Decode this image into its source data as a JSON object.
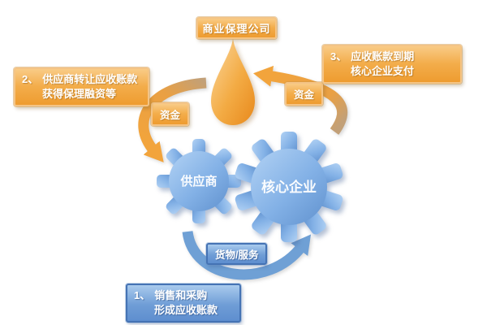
{
  "nodes": {
    "factoring_company": {
      "label": "商业保理公司"
    },
    "supplier_gear": {
      "label": "供应商"
    },
    "core_enterprise_gear": {
      "label": "核心企业"
    }
  },
  "steps": {
    "step1": {
      "number": "1、",
      "line1": "销售和采购",
      "line2": "形成应收账款"
    },
    "step2": {
      "number": "2、",
      "line1": "供应商转让应收账款",
      "line2": "获得保理融资等"
    },
    "step3": {
      "number": "3、",
      "line1": "应收账款到期",
      "line2": "核心企业支付"
    }
  },
  "flow_labels": {
    "funds_left": "资金",
    "funds_right": "资金",
    "goods_services": "货物/服务"
  },
  "colors": {
    "orange": "#F0A13A",
    "orange_light": "#F9CB86",
    "orange_dark": "#EE9C30",
    "tan": "#C2A078",
    "blue_arrow": "#6FA0D5",
    "gear_blue_light": "#B2D2F4",
    "gear_blue_dark": "#6091CE",
    "blue_box_border": "#4573B4",
    "background": "#FFFFFF"
  }
}
